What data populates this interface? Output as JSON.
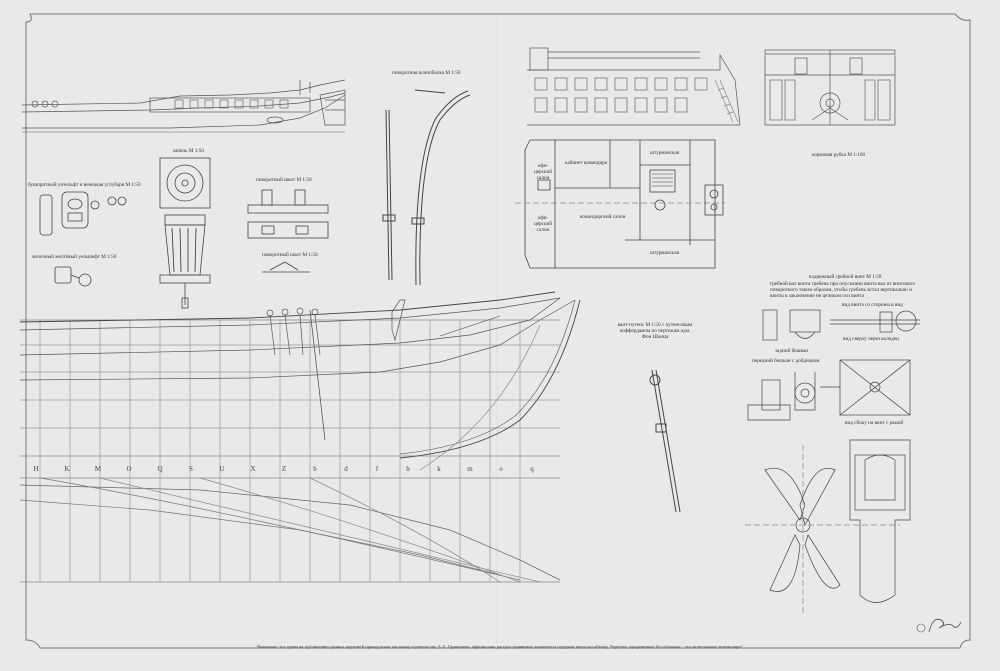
{
  "labels": {
    "capstan": "шпиль М 1:50",
    "bow_cleat_title": "бушпритный унтельфт и венецкая углубаря М 1:50",
    "iron_cleat": "железный желтёвый уельшефт М 1:50",
    "turn_winch_1": "поворотный шкот М 1:50",
    "turn_winch_2": "поворотный шкот М 1:50",
    "davit": "поворотная шлюпбалка М 1:50",
    "cabin_commander": "кабинет командира",
    "helmsman_top": "штурманская",
    "officer_salon_1": "офи- церский салон",
    "officer_salon_2": "офи- церский салон",
    "commander_salon": "командирский салон",
    "helmsman_bottom": "штурманская",
    "stern_cabin": "кормовая рубка М 1:100",
    "cannon": "вант-путенс М 1:50 с путенсовым коффердамом по чертежам адм. Фон Шанца",
    "gear_title": "подвижный гребной винт М 1:50",
    "gear_desc": "гребной вал винта гребень при опускании винта вал из винтового поворотного таким образом, чтобы гребень встал вертикально и винты в заключение не целиком оси винта",
    "gear_side": "вид винта со стороны в вид",
    "gear_front": "задний бешкан",
    "gear_bottom": "передний бешкан с добдицком",
    "gear_top": "вид сверху через колодец",
    "propeller_view": "вид сбоку на винт с рамой",
    "footer": "Внимание: все права на публикацию данных чертежей принадлежат частному издательству А.А. Гармашова, официально распространяемые комплекты содержат выпуски объему. Чертежи, продаваемые без обложки, - это нелегальные экземпляры!"
  },
  "frame_letters": [
    "H",
    "K",
    "M",
    "O",
    "Q",
    "S",
    "U",
    "X",
    "Z",
    "b",
    "d",
    "f",
    "h",
    "k",
    "m",
    "o",
    "q"
  ]
}
